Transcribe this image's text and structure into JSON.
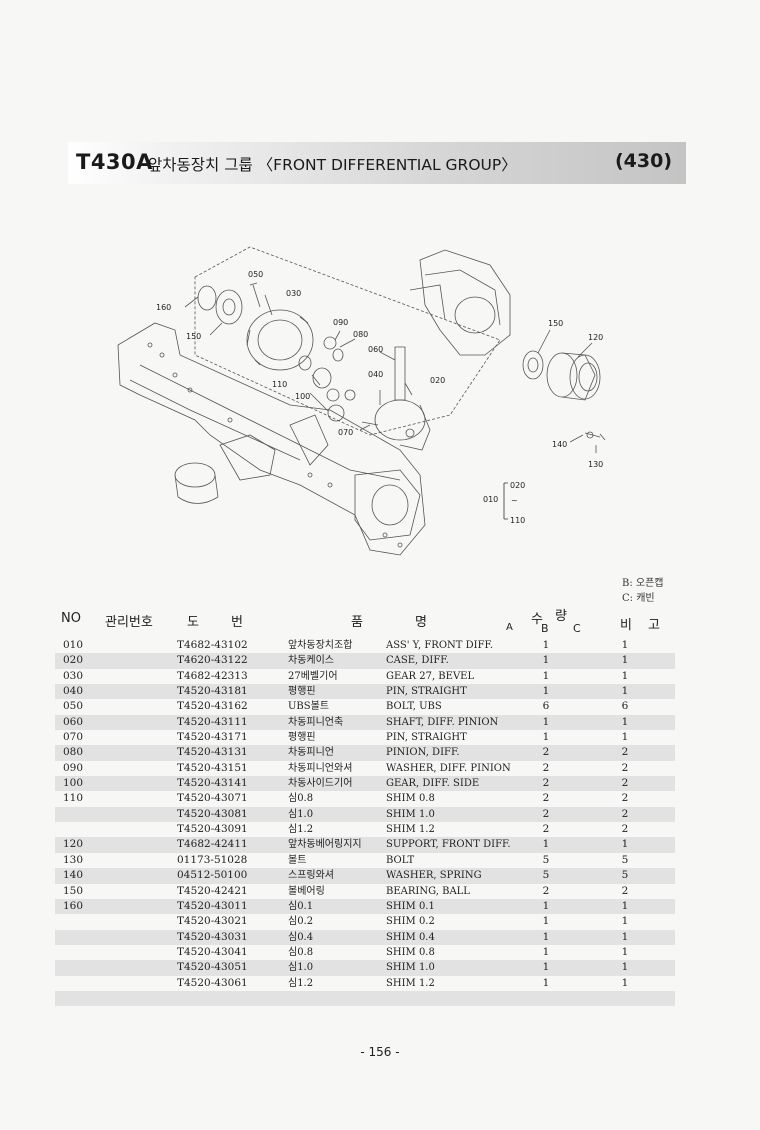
{
  "header": {
    "code": "T430A",
    "title": "앞차동장치 그룹 〈FRONT DIFFERENTIAL GROUP〉",
    "page_ref": "(430)"
  },
  "diagram": {
    "callouts": [
      "050",
      "030",
      "160",
      "150",
      "090",
      "080",
      "060",
      "110",
      "100",
      "040",
      "020",
      "070",
      "150",
      "120",
      "140",
      "130"
    ],
    "group_label": "010",
    "group_range_top": "020",
    "group_range_sep": "~",
    "group_range_bottom": "110"
  },
  "legend": {
    "line1": "B: 오픈캡",
    "line2": "C: 캐빈"
  },
  "table": {
    "headers": {
      "no": "NO",
      "mgmt": "관리번호",
      "do": "도",
      "beon": "번",
      "pum": "품",
      "myeong": "명",
      "su": "수",
      "ryang": "량",
      "a": "A",
      "b": "B",
      "c": "C",
      "bi": "비",
      "go": "고"
    },
    "rows": [
      {
        "no": "010",
        "part": "T4682-43102",
        "kor": "앞차동장치조합",
        "eng": "ASS' Y, FRONT DIFF.",
        "b": "1",
        "c": "1"
      },
      {
        "no": "020",
        "part": "T4620-43122",
        "kor": "차동케이스",
        "eng": "CASE, DIFF.",
        "b": "1",
        "c": "1"
      },
      {
        "no": "030",
        "part": "T4682-42313",
        "kor": "27베벨기어",
        "eng": "GEAR 27, BEVEL",
        "b": "1",
        "c": "1"
      },
      {
        "no": "040",
        "part": "T4520-43181",
        "kor": "평행핀",
        "eng": "PIN, STRAIGHT",
        "b": "1",
        "c": "1"
      },
      {
        "no": "050",
        "part": "T4520-43162",
        "kor": "UBS볼트",
        "eng": "BOLT, UBS",
        "b": "6",
        "c": "6"
      },
      {
        "no": "060",
        "part": "T4520-43111",
        "kor": "차동피니언축",
        "eng": "SHAFT, DIFF. PINION",
        "b": "1",
        "c": "1"
      },
      {
        "no": "070",
        "part": "T4520-43171",
        "kor": "평행핀",
        "eng": "PIN, STRAIGHT",
        "b": "1",
        "c": "1"
      },
      {
        "no": "080",
        "part": "T4520-43131",
        "kor": "차동피니언",
        "eng": "PINION, DIFF.",
        "b": "2",
        "c": "2"
      },
      {
        "no": "090",
        "part": "T4520-43151",
        "kor": "차동피니언와셔",
        "eng": "WASHER, DIFF. PINION",
        "b": "2",
        "c": "2"
      },
      {
        "no": "100",
        "part": "T4520-43141",
        "kor": "차동사이드기어",
        "eng": "GEAR, DIFF. SIDE",
        "b": "2",
        "c": "2"
      },
      {
        "no": "110",
        "part": "T4520-43071",
        "kor": "심0.8",
        "eng": "SHIM 0.8",
        "b": "2",
        "c": "2"
      },
      {
        "no": "",
        "part": "T4520-43081",
        "kor": "심1.0",
        "eng": "SHIM 1.0",
        "b": "2",
        "c": "2"
      },
      {
        "no": "",
        "part": "T4520-43091",
        "kor": "심1.2",
        "eng": "SHIM 1.2",
        "b": "2",
        "c": "2"
      },
      {
        "no": "120",
        "part": "T4682-42411",
        "kor": "앞차동베어링지지",
        "eng": "SUPPORT, FRONT DIFF.",
        "b": "1",
        "c": "1"
      },
      {
        "no": "130",
        "part": "01173-51028",
        "kor": "볼트",
        "eng": "BOLT",
        "b": "5",
        "c": "5"
      },
      {
        "no": "140",
        "part": "04512-50100",
        "kor": "스프링와셔",
        "eng": "WASHER, SPRING",
        "b": "5",
        "c": "5"
      },
      {
        "no": "150",
        "part": "T4520-42421",
        "kor": "볼베어링",
        "eng": "BEARING, BALL",
        "b": "2",
        "c": "2"
      },
      {
        "no": "160",
        "part": "T4520-43011",
        "kor": "심0.1",
        "eng": "SHIM 0.1",
        "b": "1",
        "c": "1"
      },
      {
        "no": "",
        "part": "T4520-43021",
        "kor": "심0.2",
        "eng": "SHIM 0.2",
        "b": "1",
        "c": "1"
      },
      {
        "no": "",
        "part": "T4520-43031",
        "kor": "심0.4",
        "eng": "SHIM 0.4",
        "b": "1",
        "c": "1"
      },
      {
        "no": "",
        "part": "T4520-43041",
        "kor": "심0.8",
        "eng": "SHIM 0.8",
        "b": "1",
        "c": "1"
      },
      {
        "no": "",
        "part": "T4520-43051",
        "kor": "심1.0",
        "eng": "SHIM 1.0",
        "b": "1",
        "c": "1"
      },
      {
        "no": "",
        "part": "T4520-43061",
        "kor": "심1.2",
        "eng": "SHIM 1.2",
        "b": "1",
        "c": "1"
      },
      {
        "no": "",
        "part": "",
        "kor": "",
        "eng": "",
        "b": "",
        "c": ""
      }
    ]
  },
  "footer": {
    "page": "- 156 -"
  }
}
